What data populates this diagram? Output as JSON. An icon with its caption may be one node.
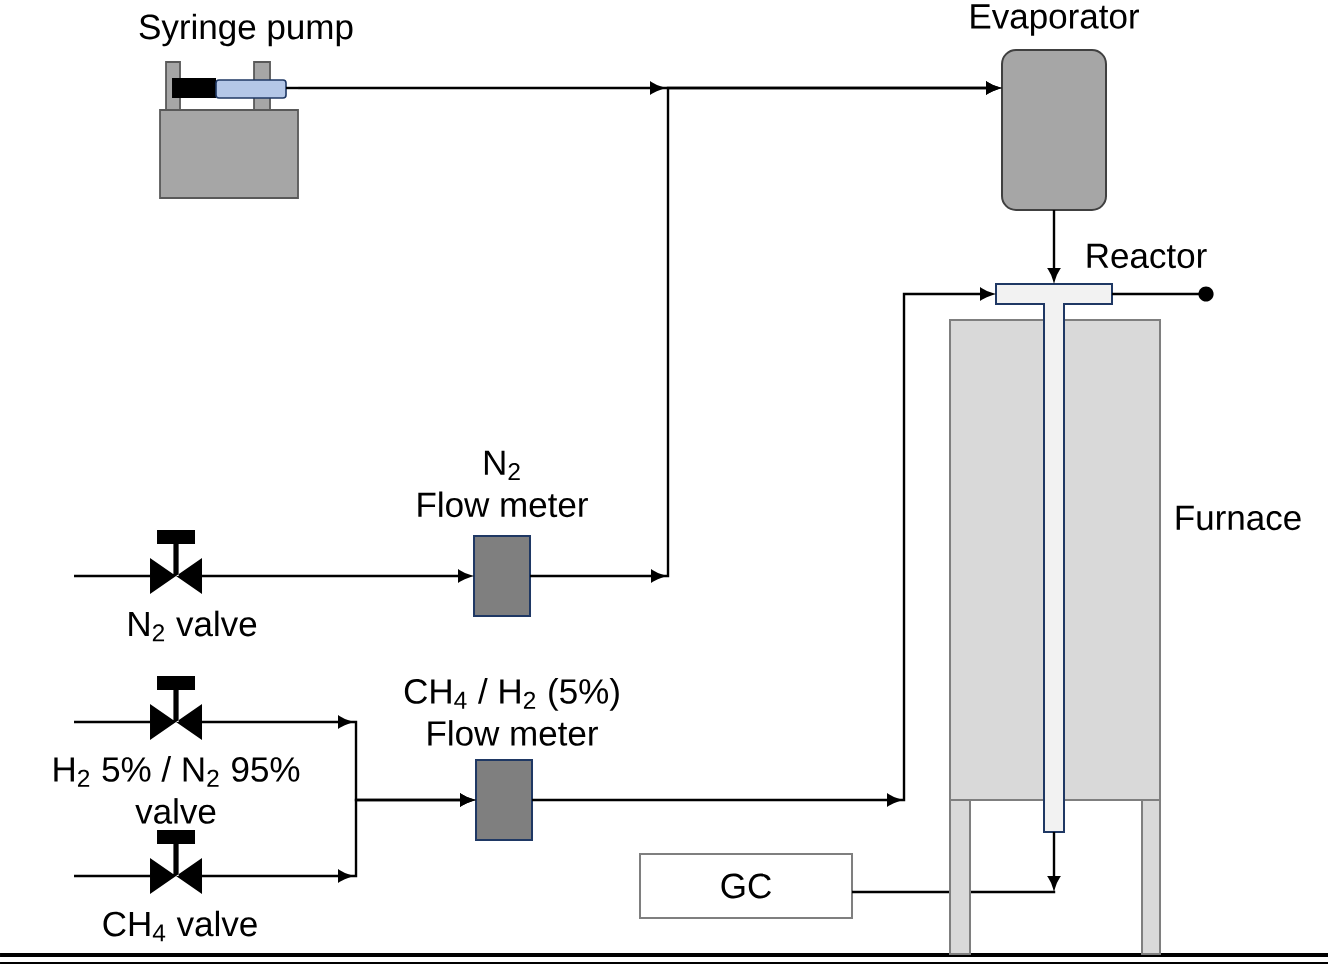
{
  "diagram": {
    "nodes": [
      {
        "text": [
          "Syringe pump"
        ]
      },
      {
        "text": [
          "Evaporator"
        ]
      },
      {
        "text": [
          "Reactor"
        ]
      },
      {
        "text": [
          "Furnace"
        ]
      },
      {
        "text": [
          "N$_{2}$ valve"
        ]
      },
      {
        "text": [
          "N$_{2}$ Flow meter"
        ]
      },
      {
        "text": [
          "H$_{2}$ 5% / N$_{2}$ 95% valve"
        ]
      },
      {
        "text": [
          "CH$_{4}$ valve"
        ]
      },
      {
        "text": [
          "CH$_{4}$ / H$_{2}$ (5%) Flow meter"
        ]
      },
      {
        "text": [
          "GC"
        ]
      }
    ],
    "edges": [
      {
        "from": null,
        "to": 4,
        "arrow": "none"
      },
      {
        "from": 4,
        "to": 5,
        "arrow": "to"
      },
      {
        "from": 5,
        "to": 1,
        "arrow": "to"
      },
      {
        "from": 0,
        "to": 1,
        "arrow": "to"
      },
      {
        "from": null,
        "to": 6,
        "arrow": "none"
      },
      {
        "from": null,
        "to": 7,
        "arrow": "none"
      },
      {
        "from": 6,
        "to": 8,
        "arrow": "to"
      },
      {
        "from": 7,
        "to": 8,
        "arrow": "to"
      },
      {
        "from": 8,
        "to": 2,
        "arrow": "to"
      },
      {
        "from": 1,
        "to": 2,
        "arrow": "to"
      },
      {
        "from": 2,
        "to": null,
        "arrow": "other"
      },
      {
        "from": 2,
        "to": null,
        "arrow": "to"
      },
      {
        "from": null,
        "to": 9,
        "arrow": "none"
      }
    ]
  }
}
